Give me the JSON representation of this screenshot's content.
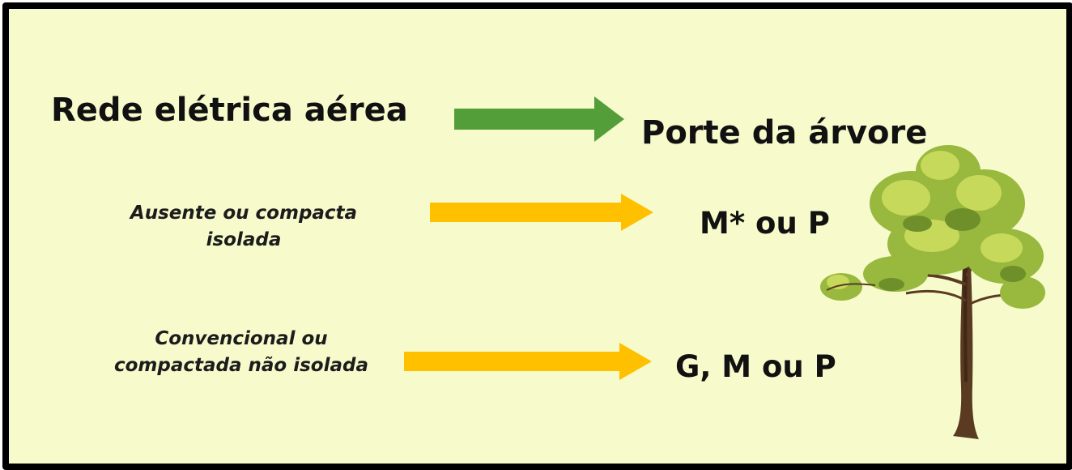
{
  "header": {
    "left": "Rede elétrica aérea",
    "right": "Porte da árvore"
  },
  "rows": [
    {
      "line1": "Ausente ou compacta",
      "line2": "isolada",
      "result": "M* ou P"
    },
    {
      "line1": "Convencional ou",
      "line2": "compactada não isolada",
      "result": "G, M ou P"
    }
  ],
  "colors": {
    "background": "#f7fbcc",
    "border": "#000000",
    "header_arrow": "#549e39",
    "row_arrow": "#ffc000"
  },
  "illustration": "tree-icon"
}
